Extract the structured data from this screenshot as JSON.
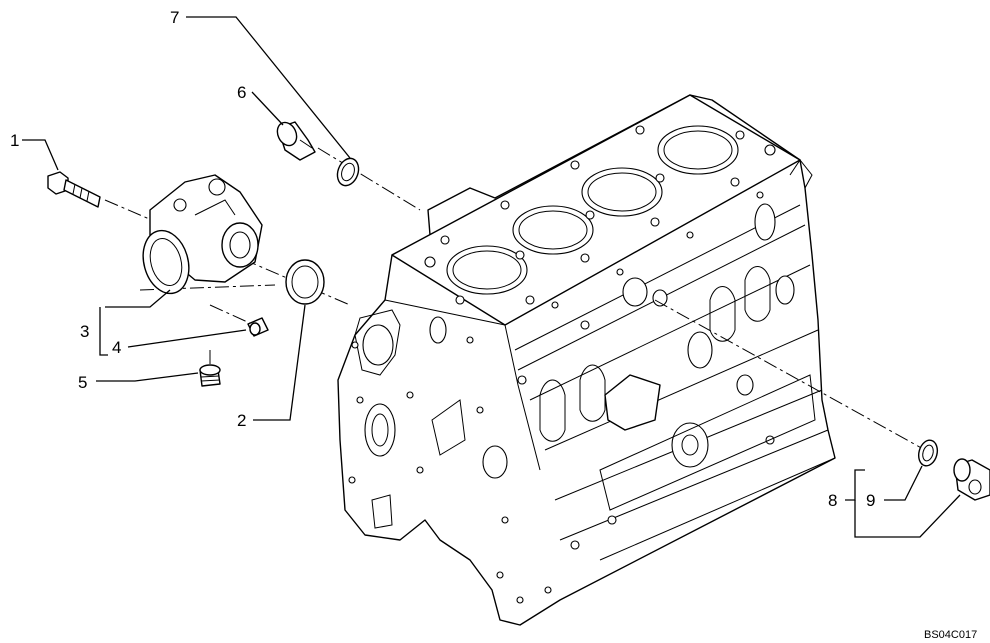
{
  "figure": {
    "reference_code": "BS04C017"
  },
  "callouts": [
    {
      "id": "1",
      "label": "1"
    },
    {
      "id": "2",
      "label": "2"
    },
    {
      "id": "3",
      "label": "3"
    },
    {
      "id": "4",
      "label": "4"
    },
    {
      "id": "5",
      "label": "5"
    },
    {
      "id": "6",
      "label": "6"
    },
    {
      "id": "7",
      "label": "7"
    },
    {
      "id": "8",
      "label": "8"
    },
    {
      "id": "9",
      "label": "9"
    }
  ]
}
